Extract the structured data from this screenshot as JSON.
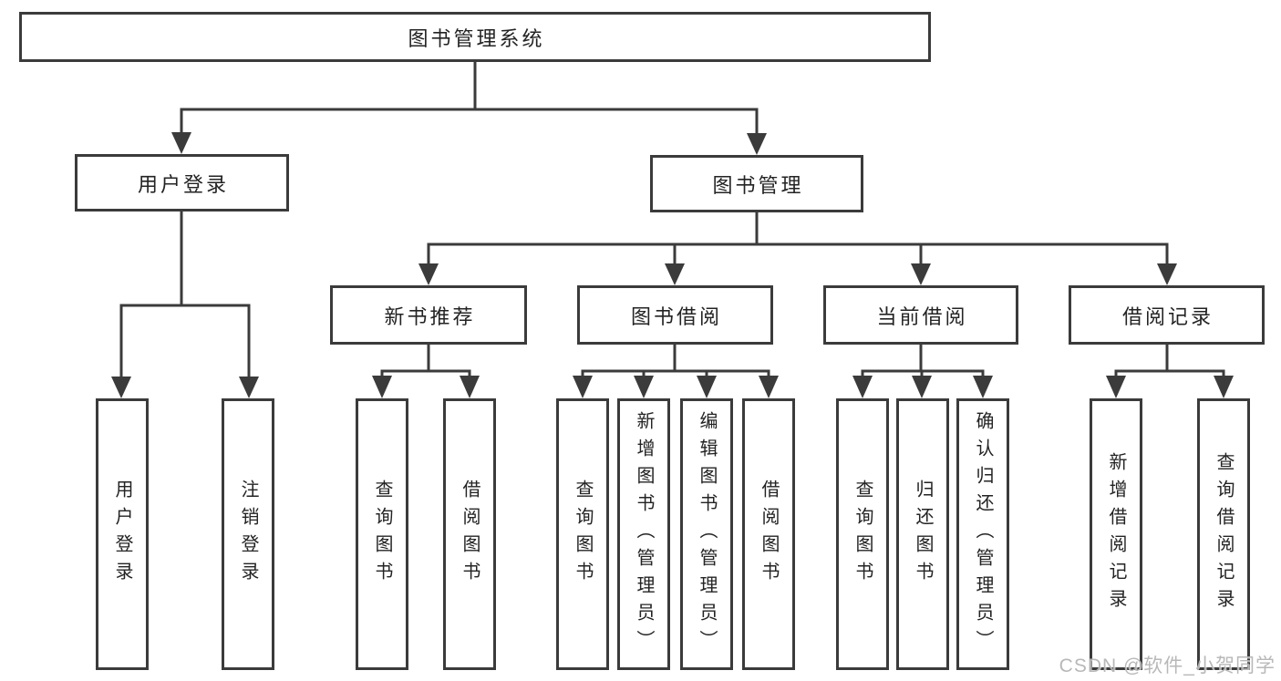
{
  "diagram": {
    "title": "图书管理系统",
    "tree": {
      "root": {
        "label": "图书管理系统"
      },
      "branches": [
        {
          "label": "用户登录",
          "children": [
            {
              "label": "用户登录"
            },
            {
              "label": "注销登录"
            }
          ]
        },
        {
          "label": "图书管理",
          "children": [
            {
              "label": "新书推荐",
              "children": [
                {
                  "label": "查询图书"
                },
                {
                  "label": "借阅图书"
                }
              ]
            },
            {
              "label": "图书借阅",
              "children": [
                {
                  "label": "查询图书"
                },
                {
                  "label": "新增图书（管理员）"
                },
                {
                  "label": "编辑图书（管理员）"
                },
                {
                  "label": "借阅图书"
                }
              ]
            },
            {
              "label": "当前借阅",
              "children": [
                {
                  "label": "查询图书"
                },
                {
                  "label": "归还图书"
                },
                {
                  "label": "确认归还（管理员）"
                }
              ]
            },
            {
              "label": "借阅记录",
              "children": [
                {
                  "label": "新增借阅记录"
                },
                {
                  "label": "查询借阅记录"
                }
              ]
            }
          ]
        }
      ]
    },
    "colors": {
      "line": "#3b3b3b",
      "box_border": "#3b3b3b",
      "text": "#232323",
      "background": "#ffffff",
      "watermark": "#b5b5b5"
    }
  },
  "watermark": {
    "text": "CSDN @软件_小贺同学"
  }
}
